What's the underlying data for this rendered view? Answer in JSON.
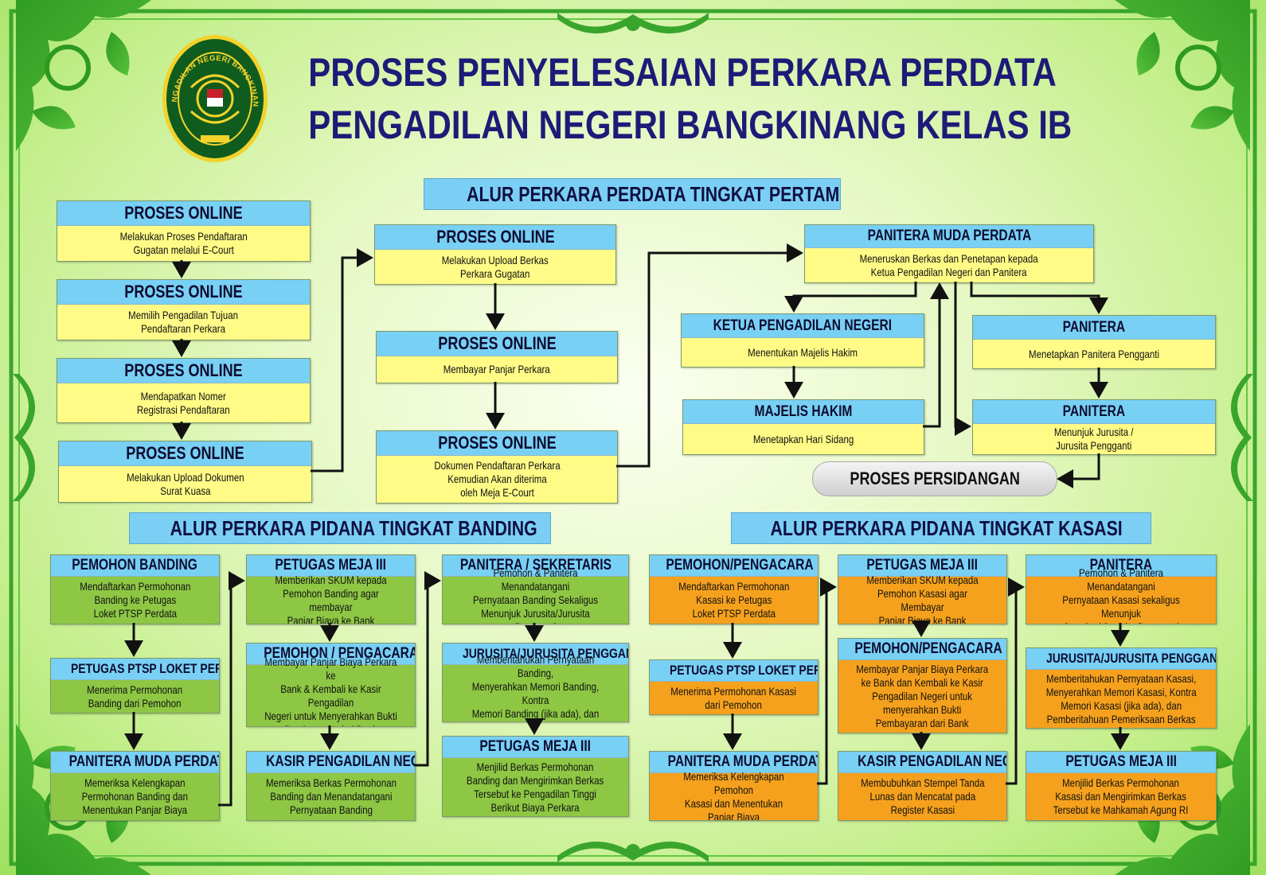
{
  "title": {
    "line1": "PROSES PENYELESAIAN PERKARA PERDATA",
    "line2": "PENGADILAN NEGERI BANGKINANG KELAS IB"
  },
  "logo": {
    "ring_text": "PENGADILAN NEGERI BANGKINANG"
  },
  "colors": {
    "title": "#1e1a78",
    "header_blue": "#79d0f5",
    "body_yellow": "#fffb86",
    "body_green": "#8ec744",
    "body_orange": "#f6a11d",
    "frame_green": "#3aa52c"
  },
  "pertama": {
    "heading": "ALUR PERKARA PERDATA TINGKAT PERTAMA",
    "boxes": [
      {
        "title": "PROSES ONLINE",
        "text": "Melakukan Proses Pendaftaran\nGugatan melalui E-Court"
      },
      {
        "title": "PROSES ONLINE",
        "text": "Memilih Pengadilan Tujuan\nPendaftaran Perkara"
      },
      {
        "title": "PROSES ONLINE",
        "text": "Mendapatkan Nomer\nRegistrasi Pendaftaran"
      },
      {
        "title": "PROSES ONLINE",
        "text": "Melakukan Upload Dokumen\nSurat Kuasa"
      },
      {
        "title": "PROSES ONLINE",
        "text": "Melakukan Upload Berkas\nPerkara Gugatan"
      },
      {
        "title": "PROSES ONLINE",
        "text": "Membayar Panjar Perkara"
      },
      {
        "title": "PROSES ONLINE",
        "text": "Dokumen Pendaftaran Perkara\nKemudian Akan diterima\noleh Meja E-Court"
      },
      {
        "title": "PANITERA MUDA PERDATA",
        "text": "Meneruskan Berkas dan Penetapan kepada\nKetua Pengadilan Negeri dan Panitera"
      },
      {
        "title": "KETUA PENGADILAN NEGERI",
        "text": "Menentukan Majelis Hakim"
      },
      {
        "title": "MAJELIS HAKIM",
        "text": "Menetapkan Hari Sidang"
      },
      {
        "title": "PANITERA",
        "text": "Menetapkan Panitera Pengganti"
      },
      {
        "title": "PANITERA",
        "text": "Menunjuk Jurusita /\nJurusita Pengganti"
      }
    ],
    "terminal": "PROSES PERSIDANGAN"
  },
  "banding": {
    "heading": "ALUR PERKARA PIDANA TINGKAT BANDING",
    "boxes": [
      {
        "title": "PEMOHON BANDING",
        "text": "Mendaftarkan Permohonan\nBanding ke Petugas\nLoket PTSP Perdata"
      },
      {
        "title": "PETUGAS PTSP LOKET PERDATA",
        "text": "Menerima Permohonan\nBanding dari Pemohon"
      },
      {
        "title": "PANITERA MUDA PERDATA",
        "text": "Memeriksa Kelengkapan\nPermohonan Banding dan\nMenentukan Panjar Biaya"
      },
      {
        "title": "PETUGAS MEJA III",
        "text": "Memberikan SKUM kepada\nPemohon Banding agar membayar\nPanjar Biaya ke Bank"
      },
      {
        "title": "PEMOHON / PENGACARA",
        "text": "Membayar Panjar Biaya Perkara ke\nBank & Kembali ke Kasir Pengadilan\nNegeri untuk Menyerahkan Bukti\nPembayaran dari Bank"
      },
      {
        "title": "KASIR PENGADILAN NEGERI",
        "text": "Memeriksa Berkas Permohonan\nBanding dan Menandatangani\nPernyataan Banding"
      },
      {
        "title": "PANITERA / SEKRETARIS",
        "text": "Pemohon & Panitera Menandatangani\nPernyataan Banding Sekaligus\nMenunjuk Jurusita/Jurusita Pengganti"
      },
      {
        "title": "JURUSITA/JURUSITA PENGGANTI",
        "text": "Memberitahukan Pernyataan Banding,\nMenyerahkan Memori Banding, Kontra\nMemori Banding (jika ada), dan\nPemberitahuan Pemeriksaan Berkas"
      },
      {
        "title": "PETUGAS MEJA III",
        "text": "Menjilid Berkas Permohonan\nBanding dan Mengirimkan Berkas\nTersebut ke Pengadilan Tinggi\nBerikut Biaya Perkara"
      }
    ]
  },
  "kasasi": {
    "heading": "ALUR PERKARA PIDANA TINGKAT KASASI",
    "boxes": [
      {
        "title": "PEMOHON/PENGACARA",
        "text": "Mendaftarkan Permohonan\nKasasi ke Petugas\nLoket PTSP Perdata"
      },
      {
        "title": "PETUGAS PTSP LOKET PERDATA",
        "text": "Menerima Permohonan Kasasi\ndari Pemohon"
      },
      {
        "title": "PANITERA MUDA PERDATA",
        "text": "Memeriksa Kelengkapan Pemohon\nKasasi dan Menentukan\nPanjar Biaya"
      },
      {
        "title": "PETUGAS MEJA III",
        "text": "Memberikan SKUM kepada\nPemohon Kasasi agar Membayar\nPanjar Biaya ke Bank"
      },
      {
        "title": "PEMOHON/PENGACARA",
        "text": "Membayar Panjar Biaya Perkara\nke Bank dan Kembali ke Kasir\nPengadilan Negeri untuk\nmenyerahkan Bukti\nPembayaran dari Bank"
      },
      {
        "title": "KASIR PENGADILAN NEGERI",
        "text": "Membubuhkan Stempel Tanda\nLunas dan Mencatat pada\nRegister Kasasi"
      },
      {
        "title": "PANITERA",
        "text": "Pemohon & Panitera Menandatangani\nPernyataan Kasasi sekaligus Menunjuk\nJurusita / Jurusita Pengganti"
      },
      {
        "title": "JURUSITA/JURUSITA PENGGANTI",
        "text": "Memberitahukan Pernyataan Kasasi,\nMenyerahkan Memori Kasasi, Kontra\nMemori Kasasi (jika ada), dan\nPemberitahuan Pemeriksaan Berkas"
      },
      {
        "title": "PETUGAS MEJA III",
        "text": "Menjilid Berkas Permohonan\nKasasi dan Mengirimkan Berkas\nTersebut ke Mahkamah Agung RI"
      }
    ]
  }
}
